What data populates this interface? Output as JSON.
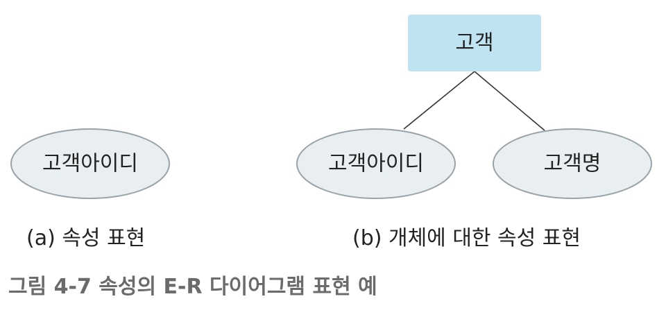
{
  "colors": {
    "entity_fill": "#bfe3f1",
    "attribute_fill": "#e9eef0",
    "attribute_stroke": "#9aa3a7",
    "line": "#333333",
    "text": "#222222",
    "figure_title": "#6b6b6b"
  },
  "diagram": {
    "panel_a": {
      "attribute": "고객아이디",
      "caption": "(a) 속성 표현"
    },
    "panel_b": {
      "entity": "고객",
      "attributes": [
        "고객아이디",
        "고객명"
      ],
      "caption": "(b) 개체에 대한 속성 표현"
    }
  },
  "figure_title": "그림 4-7  속성의 E-R 다이어그램 표현 예"
}
